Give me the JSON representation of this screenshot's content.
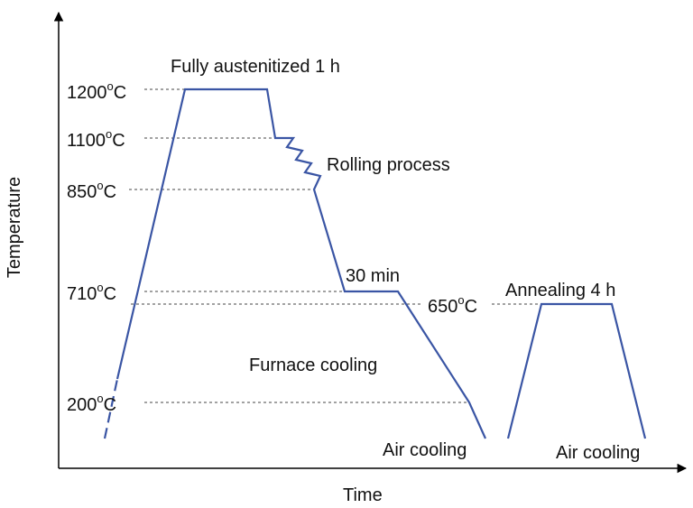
{
  "axes": {
    "x_title": "Time",
    "y_title": "Temperature"
  },
  "temperatures": {
    "t1200": {
      "num": "1200",
      "sup": "o",
      "unit": "C"
    },
    "t1100": {
      "num": "1100",
      "sup": "o",
      "unit": "C"
    },
    "t850": {
      "num": "850",
      "sup": "o",
      "unit": "C"
    },
    "t710": {
      "num": "710",
      "sup": "o",
      "unit": "C"
    },
    "t650": {
      "num": "650",
      "sup": "o",
      "unit": "C"
    },
    "t200": {
      "num": "200",
      "sup": "o",
      "unit": "C"
    }
  },
  "annotations": {
    "austenitized": "Fully austenitized 1 h",
    "rolling": "Rolling process",
    "hold_30": "30 min",
    "annealing": "Annealing 4 h",
    "furnace_cooling": "Furnace cooling",
    "air_cooling_1": "Air cooling",
    "air_cooling_2": "Air cooling"
  },
  "colors": {
    "curve": "#3a55a4",
    "axis": "#000000",
    "guide": "#444444"
  }
}
